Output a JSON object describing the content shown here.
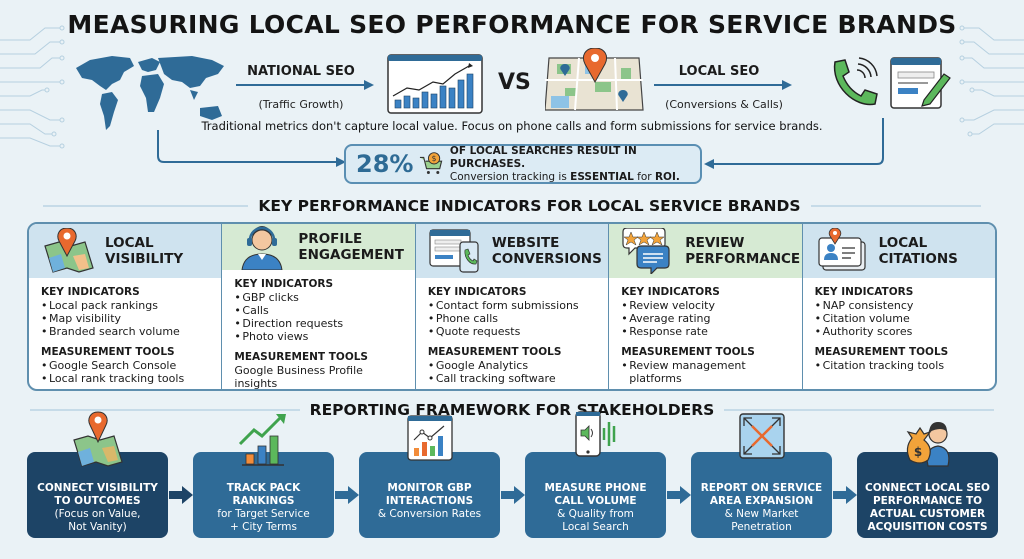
{
  "title": "MEASURING LOCAL SEO PERFORMANCE FOR SERVICE BRANDS",
  "top_flow": {
    "national": {
      "label": "NATIONAL SEO",
      "sub": "(Traffic Growth)",
      "icon": "world-map-icon",
      "chart_icon": "traffic-growth-chart-icon"
    },
    "vs_label": "VS",
    "local": {
      "label": "LOCAL SEO",
      "sub": "(Conversions & Calls)",
      "icon": "city-map-pin-icon",
      "phone_icon": "phone-call-icon",
      "form_icon": "web-form-icon"
    },
    "note": "Traditional metrics don't capture local value. Focus on phone calls and form submissions for service brands.",
    "stat": {
      "value": "28%",
      "icon": "shopping-cart-dollar-icon",
      "line1": "OF LOCAL SEARCHES RESULT IN PURCHASES.",
      "line2_pre": "Conversion tracking is ",
      "line2_bold": "ESSENTIAL",
      "line2_mid": " for ",
      "line2_end": "ROI."
    }
  },
  "kpi_section": {
    "heading": "KEY PERFORMANCE INDICATORS FOR LOCAL SERVICE BRANDS",
    "columns": [
      {
        "title_l1": "LOCAL",
        "title_l2": "VISIBILITY",
        "icon": "map-pin-icon",
        "header_color": "#cfe3ef",
        "indicators_label": "KEY INDICATORS",
        "indicators": [
          "Local pack rankings",
          "Map visibility",
          "Branded search volume"
        ],
        "tools_label": "MEASUREMENT TOOLS",
        "tools": [
          "Google Search Console",
          "Local rank tracking tools"
        ]
      },
      {
        "title_l1": "PROFILE",
        "title_l2": "ENGAGEMENT",
        "icon": "headset-agent-icon",
        "header_color": "#d6ead3",
        "indicators_label": "KEY INDICATORS",
        "indicators": [
          "GBP clicks",
          "Calls",
          "Direction requests",
          "Photo views"
        ],
        "tools_label": "MEASUREMENT TOOLS",
        "tools": [
          "Google Business Profile insights"
        ]
      },
      {
        "title_l1": "WEBSITE",
        "title_l2": "CONVERSIONS",
        "icon": "website-phone-icon",
        "header_color": "#cfe3ef",
        "indicators_label": "KEY INDICATORS",
        "indicators": [
          "Contact form submissions",
          "Phone calls",
          "Quote requests"
        ],
        "tools_label": "MEASUREMENT TOOLS",
        "tools": [
          "Google Analytics",
          "Call tracking software"
        ]
      },
      {
        "title_l1": "REVIEW",
        "title_l2": "PERFORMANCE",
        "icon": "star-review-bubble-icon",
        "header_color": "#d6ead3",
        "indicators_label": "KEY INDICATORS",
        "indicators": [
          "Review velocity",
          "Average rating",
          "Response rate"
        ],
        "tools_label": "MEASUREMENT TOOLS",
        "tools": [
          "Review management platforms"
        ]
      },
      {
        "title_l1": "LOCAL",
        "title_l2": "CITATIONS",
        "icon": "business-card-pin-icon",
        "header_color": "#cfe3ef",
        "indicators_label": "KEY INDICATORS",
        "indicators": [
          "NAP consistency",
          "Citation volume",
          "Authority scores"
        ],
        "tools_label": "MEASUREMENT TOOLS",
        "tools": [
          "Citation tracking tools"
        ]
      }
    ]
  },
  "reporting_section": {
    "heading": "REPORTING FRAMEWORK FOR STAKEHOLDERS",
    "steps": [
      {
        "bold1": "CONNECT VISIBILITY",
        "bold2": "TO OUTCOMES",
        "sub1": "(Focus on Value,",
        "sub2": "Not Vanity)",
        "icon": "map-pin-icon"
      },
      {
        "bold1": "TRACK PACK",
        "bold2": "RANKINGS",
        "sub1": "for Target Service",
        "sub2": "+ City Terms",
        "icon": "growth-bar-chart-icon"
      },
      {
        "bold1": "MONITOR GBP",
        "bold2": "INTERACTIONS",
        "sub1": "& Conversion Rates",
        "sub2": "",
        "icon": "analytics-window-icon"
      },
      {
        "bold1": "MEASURE PHONE",
        "bold2": "CALL VOLUME",
        "sub1": "& Quality from",
        "sub2": "Local Search",
        "icon": "smartphone-audio-icon"
      },
      {
        "bold1": "REPORT ON SERVICE",
        "bold2": "AREA EXPANSION",
        "sub1": "& New Market",
        "sub2": "Penetration",
        "icon": "expand-arrows-icon"
      },
      {
        "bold1": "CONNECT LOCAL SEO",
        "bold2": "PERFORMANCE TO",
        "sub1": "ACTUAL CUSTOMER",
        "sub2": "ACQUISITION COSTS",
        "icon": "money-bag-customer-icon"
      }
    ]
  },
  "colors": {
    "background": "#eaf2f6",
    "accent_blue": "#2f6b97",
    "dark_blue": "#1d4466",
    "header_blue": "#cfe3ef",
    "header_green": "#d6ead3",
    "pin_orange": "#e8692e",
    "stat_blue": "#2e6b95"
  }
}
